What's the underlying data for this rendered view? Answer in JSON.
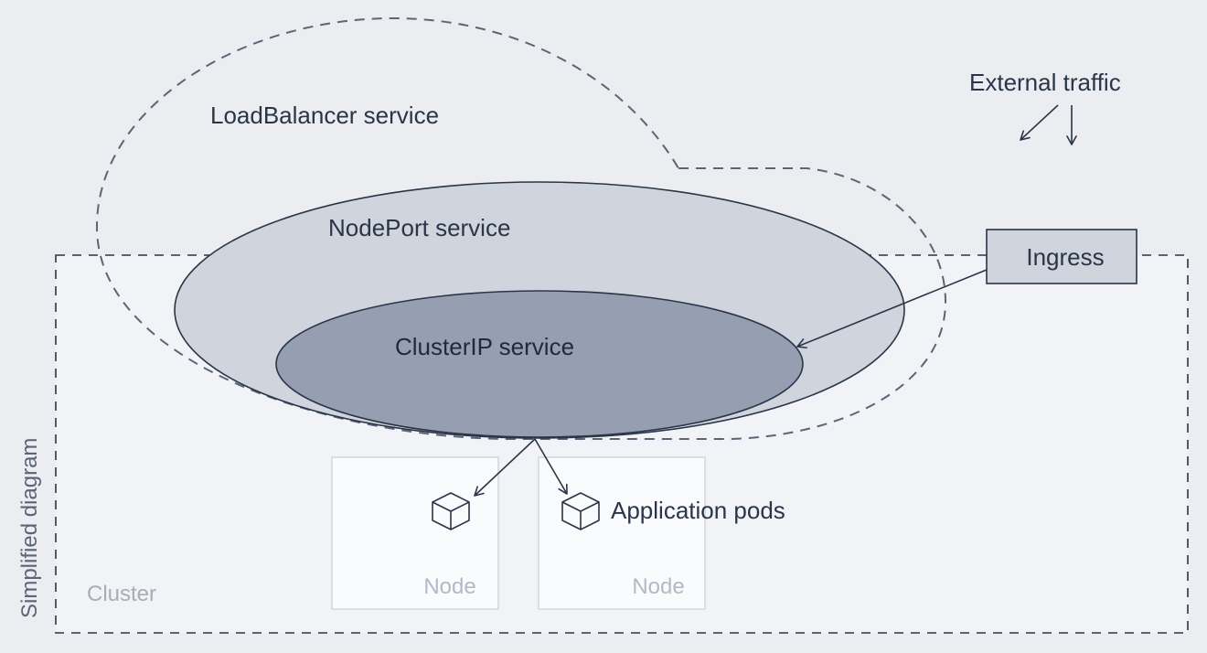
{
  "labels": {
    "loadbalancer": "LoadBalancer service",
    "nodeport": "NodePort service",
    "clusterip": "ClusterIP service",
    "external_traffic": "External traffic",
    "ingress": "Ingress",
    "application_pods": "Application pods",
    "node_1": "Node",
    "node_2": "Node",
    "cluster": "Cluster",
    "simplified": "Simplified diagram"
  },
  "colors": {
    "background": "#ebedf1",
    "cluster_fill": "#f2f3f7",
    "nodeport_fill": "#d0d4dd",
    "clusterip_fill": "#959fb1",
    "stroke": "#2a3548",
    "dashed_stroke": "#5c6478",
    "muted_text": "#a7aebb",
    "node_border": "#d2d6de"
  },
  "icons": [
    "cube-icon",
    "cube-icon"
  ]
}
